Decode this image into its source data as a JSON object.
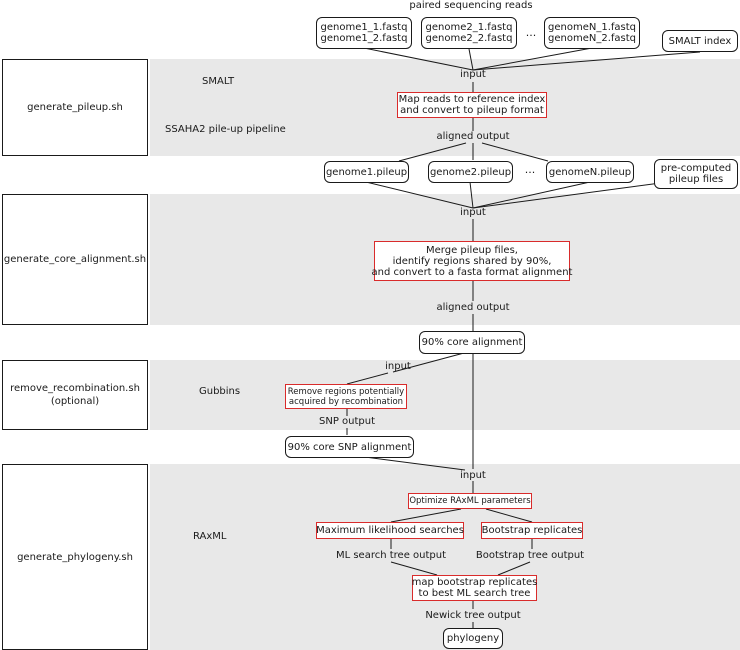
{
  "diagram": {
    "header": "paired sequencing reads",
    "stages": [
      "generate_pileup.sh",
      "generate_core_alignment.sh",
      "remove_recombination.sh\n(optional)",
      "generate_phylogeny.sh"
    ],
    "tools": {
      "smalt": "SMALT",
      "ssaha": "SSAHA2 pile-up pipeline",
      "gubbins": "Gubbins",
      "raxml": "RAxML"
    },
    "inputs": {
      "genome1_fastq": "genome1_1.fastq\ngenome1_2.fastq",
      "genome2_fastq": "genome2_1.fastq\ngenome2_2.fastq",
      "genomeN_fastq": "genomeN_1.fastq\ngenomeN_2.fastq",
      "smalt_index": "SMALT index",
      "ellipsis": "..."
    },
    "pileups": {
      "genome1": "genome1.pileup",
      "genome2": "genome2.pileup",
      "genomeN": "genomeN.pileup",
      "precomputed": "pre-computed\npileup files",
      "ellipsis": "..."
    },
    "labels": {
      "input1": "input",
      "aligned1": "aligned output",
      "input2": "input",
      "aligned2": "aligned output",
      "input3": "input",
      "snp_output": "SNP output",
      "input4": "input",
      "ml_tree": "ML search tree output",
      "boot_tree": "Bootstrap tree output",
      "newick": "Newick tree output"
    },
    "processes": {
      "map_reads": "Map reads to reference index\nand convert to pileup format",
      "merge": "Merge pileup files,\nidentify regions shared by 90%,\nand convert to a fasta format alignment",
      "remove_regions": "Remove regions potentially\nacquired by recombination",
      "optimize": "Optimize RAxML parameters",
      "ml_searches": "Maximum likelihood searches",
      "bootstrap": "Bootstrap replicates",
      "map_bootstrap": "map bootstrap replicates\nto best ML search tree"
    },
    "outputs": {
      "core_alignment": "90% core alignment",
      "core_snp": "90% core SNP alignment",
      "phylogeny": "phylogeny"
    }
  }
}
